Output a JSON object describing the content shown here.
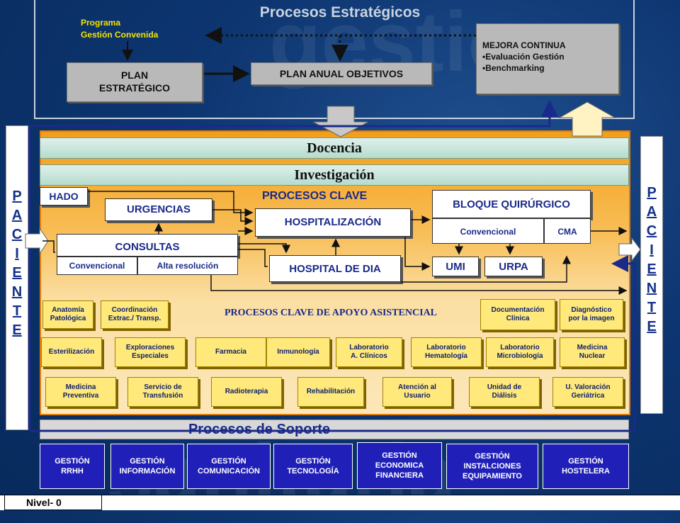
{
  "estrategicos": {
    "title": "Procesos Estratégicos",
    "programa_line1": "Programa",
    "programa_line2": "Gestión Convenida",
    "plan_estrategico_line1": "PLAN",
    "plan_estrategico_line2": "ESTRATÉGICO",
    "plan_anual": "PLAN ANUAL OBJETIVOS",
    "mejora_title": "MEJORA CONTINUA",
    "mejora_items": [
      "•Evaluación Gestión",
      "•Benchmarking"
    ]
  },
  "paciente_letters": [
    "P",
    "A",
    "C",
    "I",
    "E",
    "N",
    "T",
    "E"
  ],
  "docencia": "Docencia",
  "investigacion": "Investigación",
  "procesos_clave": {
    "title": "PROCESOS CLAVE",
    "hado": "HADO",
    "urgencias": "URGENCIAS",
    "consultas": "CONSULTAS",
    "consultas_conv": "Convencional",
    "consultas_alta": "Alta resolución",
    "hospitalizacion": "HOSPITALIZACIÓN",
    "hospital_dia": "HOSPITAL DE DIA",
    "bloque": "BLOQUE QUIRÚRGICO",
    "bloque_conv": "Convencional",
    "bloque_cma": "CMA",
    "umi": "UMI",
    "urpa": "URPA"
  },
  "apoyo": {
    "title": "PROCESOS CLAVE DE APOYO ASISTENCIAL",
    "row1": [
      [
        "Anatomía",
        "Patológica"
      ],
      [
        "Coordinación",
        "Extrac./ Transp."
      ],
      [
        "Documentación",
        "Clínica"
      ],
      [
        "Diagnóstico",
        "por la imagen"
      ]
    ],
    "row2": [
      [
        "Esterilización"
      ],
      [
        "Exploraciones",
        "Especiales"
      ],
      [
        "Farmacia"
      ],
      [
        "Inmunología"
      ],
      [
        "Laboratorio",
        "A. Clínicos"
      ],
      [
        "Laboratorio",
        "Hematología"
      ],
      [
        "Laboratorio",
        "Microbiología"
      ],
      [
        "Medicina",
        "Nuclear"
      ]
    ],
    "row3": [
      [
        "Medicina",
        "Preventiva"
      ],
      [
        "Servicio de",
        "Transfusión"
      ],
      [
        "Radioterapia"
      ],
      [
        "Rehabilitación"
      ],
      [
        "Atención al",
        "Usuario"
      ],
      [
        "Unidad de",
        "Diálisis"
      ],
      [
        "U. Valoración",
        "Geriátrica"
      ]
    ]
  },
  "soporte": {
    "title": "Procesos de Soporte",
    "gestion": [
      [
        "GESTIÓN",
        "RRHH"
      ],
      [
        "GESTIÓN",
        "INFORMACIÓN"
      ],
      [
        "GESTIÓN",
        "COMUNICACIÓN"
      ],
      [
        "GESTIÓN",
        "TECNOLOGÍA"
      ],
      [
        "GESTIÓN",
        "ECONOMICA",
        "FINANCIERA"
      ],
      [
        "GESTIÓN",
        "INSTALCIONES",
        "EQUIPAMIENTO"
      ],
      [
        "GESTIÓN",
        "HOSTELERA"
      ]
    ]
  },
  "nivel": "Nivel- 0",
  "colors": {
    "background": "#0d3570",
    "center_orange": "#f29e1a",
    "apoyo_yellow": "#ffe97a",
    "gestion_blue": "#2020b8",
    "programa_yellow": "#f5e400",
    "text_navy": "#1a2a8a"
  }
}
